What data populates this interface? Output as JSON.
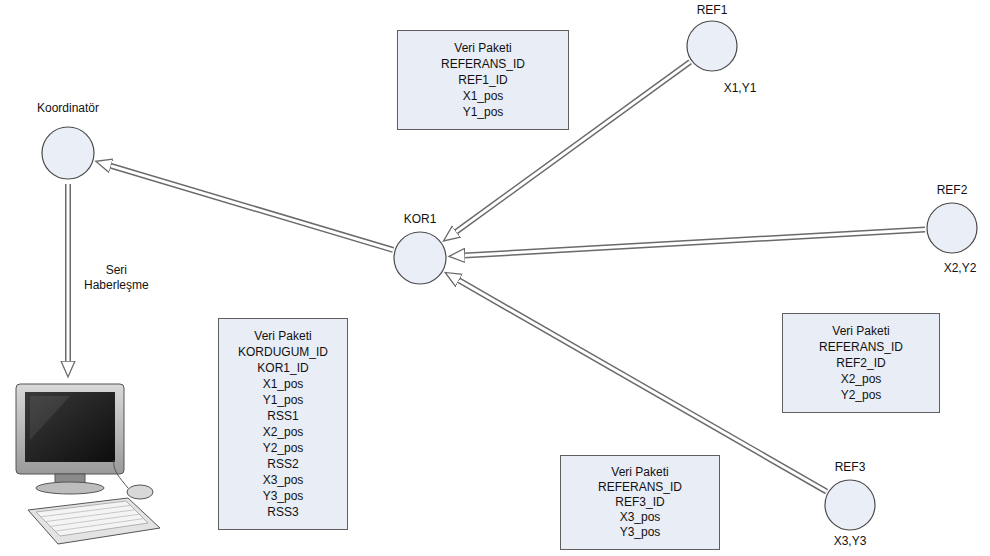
{
  "diagram": {
    "nodes": [
      {
        "text": [
          "Koordinatör"
        ]
      },
      {
        "text": [
          "KOR1"
        ]
      },
      {
        "text": [
          "REF1",
          "X1,Y1"
        ]
      },
      {
        "text": [
          "REF2",
          "X2,Y2"
        ]
      },
      {
        "text": [
          "REF3",
          "X3,Y3"
        ]
      },
      {
        "text": [
          "Veri Paketi",
          "REFERANS_ID",
          "REF1_ID",
          "X1_pos",
          "Y1_pos"
        ]
      },
      {
        "text": [
          "Veri Paketi",
          "REFERANS_ID",
          "REF2_ID",
          "X2_pos",
          "Y2_pos"
        ]
      },
      {
        "text": [
          "Veri Paketi",
          "REFERANS_ID",
          "REF3_ID",
          "X3_pos",
          "Y3_pos"
        ]
      },
      {
        "text": [
          "Veri Paketi",
          "KORDUGUM_ID",
          "KOR1_ID",
          "X1_pos",
          "Y1_pos",
          "RSS1",
          "X2_pos",
          "Y2_pos",
          "RSS2",
          "X3_pos",
          "Y3_pos",
          "RSS3"
        ]
      }
    ],
    "edges": [
      {
        "from": 2,
        "to": 1,
        "arrow": "to"
      },
      {
        "from": 3,
        "to": 1,
        "arrow": "to"
      },
      {
        "from": 4,
        "to": 1,
        "arrow": "to"
      },
      {
        "from": 1,
        "to": 0,
        "arrow": "to"
      }
    ],
    "labels": [
      "Seri Haberleşme"
    ]
  }
}
